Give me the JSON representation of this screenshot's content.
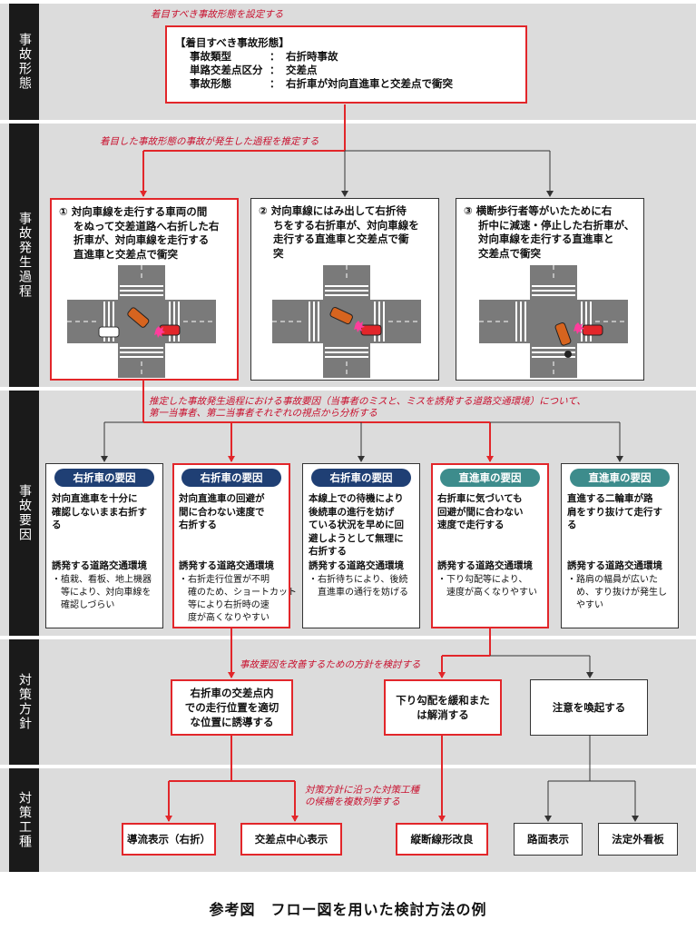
{
  "sections": [
    {
      "id": "s1",
      "label": "事故形態"
    },
    {
      "id": "s2",
      "label": "事故発生過程"
    },
    {
      "id": "s3",
      "label": "事故要因"
    },
    {
      "id": "s4",
      "label": "対策方針"
    },
    {
      "id": "s5",
      "label": "対策工種"
    }
  ],
  "notes": {
    "n1": "着目すべき事故形態を設定する",
    "n2": "着目した事故形態の事故が発生した過程を推定する",
    "n3a": "推定した事故発生過程における事故要因（当事者のミスと、ミスを誘発する道路交通環境）について、",
    "n3b": "第一当事者、第二当事者それぞれの視点から分析する",
    "n4": "事故要因を改善するための方針を検討する",
    "n5a": "対策方針に沿った対策工種",
    "n5b": "の候補を複数列挙する"
  },
  "accident_type": {
    "title": "【着目すべき事故形態】",
    "rows": [
      {
        "key": "事故類型",
        "colon": "：",
        "value": "右折時事故"
      },
      {
        "key": "単路交差点区分",
        "colon": "：",
        "value": "交差点"
      },
      {
        "key": "事故形態",
        "colon": "：",
        "value": "右折車が対向直進車と交差点で衝突"
      }
    ]
  },
  "processes": [
    {
      "num": "①",
      "lines": [
        "対向車線を走行する車両の間",
        "をぬって交差道路へ右折した右",
        "折車が、対向車線を走行する",
        "直進車と交差点で衝突"
      ]
    },
    {
      "num": "②",
      "lines": [
        "対向車線にはみ出して右折待",
        "ちをする右折車が、対向車線を",
        "走行する直進車と交差点で衝",
        "突"
      ]
    },
    {
      "num": "③",
      "lines": [
        "横断歩行者等がいたために右",
        "折中に減速・停止した右折車が、",
        "対向車線を走行する直進車と",
        "交差点で衝突"
      ]
    }
  ],
  "factors": [
    {
      "pill": "右折車の要因",
      "desc": [
        "対向直進車を十分に",
        "確認しないまま右折す",
        "る"
      ],
      "env_title": "誘発する道路交通環境",
      "env": [
        "・植栽、看板、地上機器",
        "　等により、対向車線を",
        "　確認しづらい"
      ]
    },
    {
      "pill": "右折車の要因",
      "desc": [
        "対向直進車の回避が",
        "間に合わない速度で",
        "右折する"
      ],
      "env_title": "誘発する道路交通環境",
      "env": [
        "・右折走行位置が不明",
        "　確のため、ショートカット",
        "　等により右折時の速",
        "　度が高くなりやすい"
      ]
    },
    {
      "pill": "右折車の要因",
      "desc": [
        "本線上での待機により",
        "後続車の進行を妨げ",
        "ている状況を早めに回",
        "避しようとして無理に",
        "右折する"
      ],
      "env_title": "誘発する道路交通環境",
      "env": [
        "・右折待ちにより、後続",
        "　直進車の通行を妨げる"
      ]
    },
    {
      "pill": "直進車の要因",
      "desc": [
        "右折車に気づいても",
        "回避が間に合わない",
        "速度で走行する"
      ],
      "env_title": "誘発する道路交通環境",
      "env": [
        "・下り勾配等により、",
        "　速度が高くなりやすい"
      ]
    },
    {
      "pill": "直進車の要因",
      "desc": [
        "直進する二輪車が路",
        "肩をすり抜けて走行す",
        "る"
      ],
      "env_title": "誘発する道路交通環境",
      "env": [
        "・路肩の幅員が広いた",
        "　め、すり抜けが発生し",
        "　やすい"
      ]
    }
  ],
  "policies": [
    {
      "lines": [
        "右折車の交差点内",
        "での走行位置を適切",
        "な位置に誘導する"
      ]
    },
    {
      "lines": [
        "下り勾配を緩和また",
        "は解消する"
      ]
    },
    {
      "lines": [
        "注意を喚起する"
      ]
    }
  ],
  "measures": [
    "導流表示（右折）",
    "交差点中心表示",
    "縦断線形改良",
    "路面表示",
    "法定外看板"
  ],
  "caption": "参考図　フロー図を用いた検討方法の例",
  "colors": {
    "red": "#e2262a",
    "navy": "#1f3f74",
    "teal": "#3d8c8c",
    "band": "#dcdcdc",
    "note": "#c8102e"
  }
}
